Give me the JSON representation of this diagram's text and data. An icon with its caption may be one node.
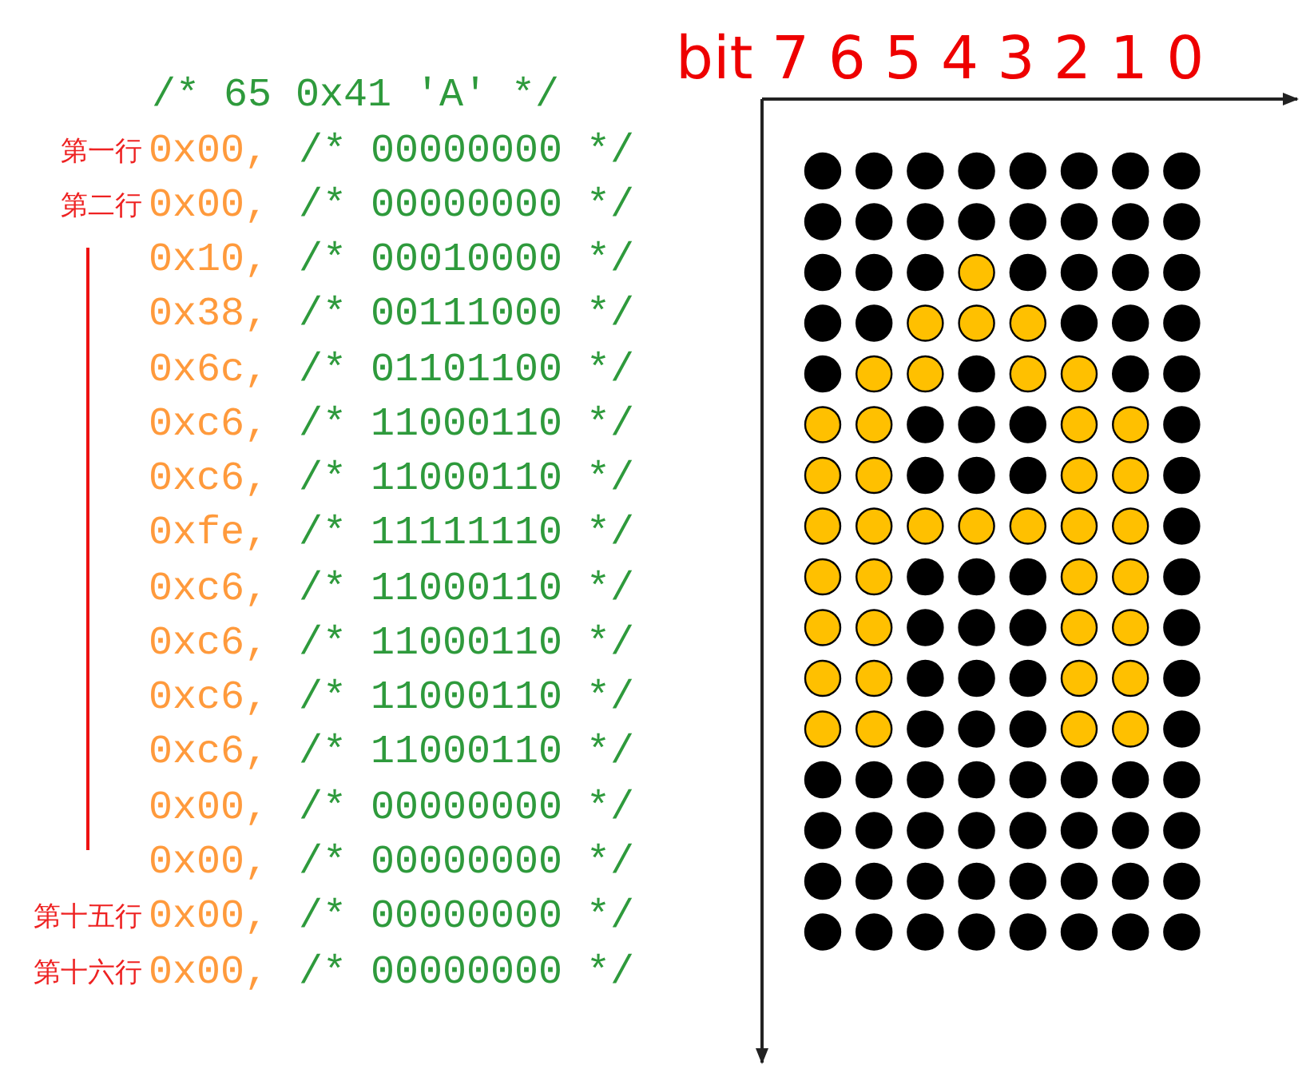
{
  "diagram": {
    "labels": [
      "/* 65 0x41 'A' */",
      "第一行",
      "0x00,",
      "/* 00000000 */",
      "第二行",
      "0x00,",
      "/* 00000000 */",
      "0x10,",
      "/* 00010000 */",
      "0x38,",
      "/* 00111000 */",
      "0x6c,",
      "/* 01101100 */",
      "0xc6,",
      "/* 11000110 */",
      "0xc6,",
      "/* 11000110 */",
      "0xfe,",
      "/* 11111110 */",
      "0xc6,",
      "/* 11000110 */",
      "0xc6,",
      "/* 11000110 */",
      "0xc6,",
      "/* 11000110 */",
      "0xc6,",
      "/* 11000110 */",
      "0x00,",
      "/* 00000000 */",
      "0x00,",
      "/* 00000000 */",
      "第十五行",
      "0x00,",
      "/* 00000000 */",
      "第十六行",
      "0x00,",
      "/* 00000000 */",
      "bit 7 6 5 4 3 2 1 0"
    ]
  }
}
